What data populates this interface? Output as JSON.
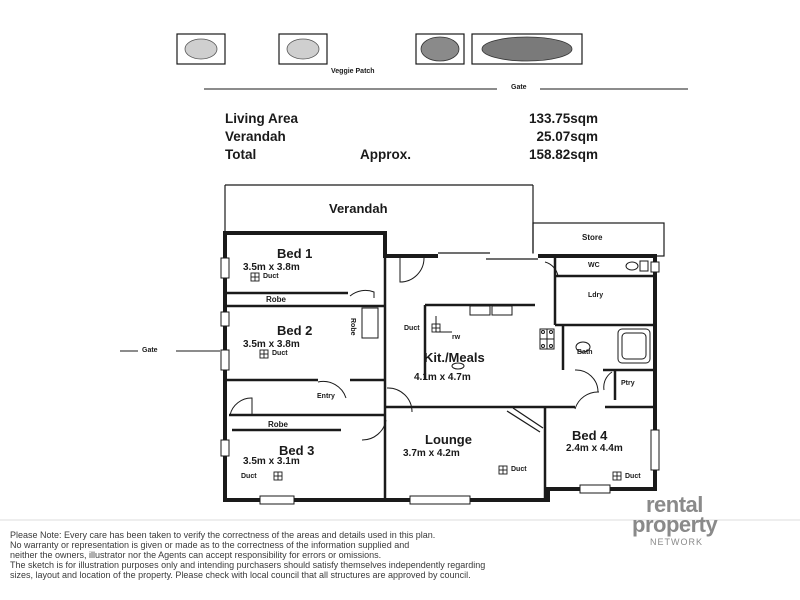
{
  "header": {
    "veggie_patch_label": "Veggie Patch",
    "top_gate_label": "Gate"
  },
  "areas": {
    "living": {
      "label": "Living Area",
      "value": "133.75sqm"
    },
    "verandah": {
      "label": "Verandah",
      "value": "25.07sqm"
    },
    "total": {
      "label": "Total",
      "approx": "Approx.",
      "value": "158.82sqm"
    }
  },
  "plan": {
    "verandah_label": "Verandah",
    "store_label": "Store",
    "wc_label": "WC",
    "ldry_label": "Ldry",
    "bath_label": "Bath",
    "ptry_label": "Ptry",
    "entry_label": "Entry",
    "side_gate_label": "Gate",
    "robe_label": "Robe",
    "robe_vertical_label": "Robe",
    "duct_label": "Duct",
    "kit_duct_label": "Duct",
    "kit_rw_label": "rw",
    "rooms": {
      "bed1": {
        "name": "Bed 1",
        "dims": "3.5m x 3.8m"
      },
      "bed2": {
        "name": "Bed 2",
        "dims": "3.5m x 3.8m"
      },
      "bed3": {
        "name": "Bed 3",
        "dims": "3.5m x 3.1m"
      },
      "bed4": {
        "name": "Bed 4",
        "dims": "2.4m x 4.4m"
      },
      "kitchen": {
        "name": "Kit./Meals",
        "dims": "4.1m x 4.7m"
      },
      "lounge": {
        "name": "Lounge",
        "dims": "3.7m x 4.2m"
      }
    }
  },
  "disclaimer": {
    "line1": "Please Note:  Every care has been taken to verify the correctness of the areas and details used in this plan.",
    "line2": "No warranty or representation is given or made as to the correctness of the information supplied and",
    "line3": "neither the owners, illustrator nor the Agents can accept responsibility for errors or omissions.",
    "line4": "The sketch is for illustration purposes only and intending purchasers should satisfy themselves independently regarding",
    "line5": "sizes, layout and location of the property. Please check with local council that all structures are approved by council."
  },
  "watermark": {
    "line1": "rental",
    "line2": "property",
    "line3": "NETWORK"
  },
  "colors": {
    "ink": "#1a1a1a",
    "paper": "#ffffff",
    "watermark": "#8a8a8a"
  }
}
